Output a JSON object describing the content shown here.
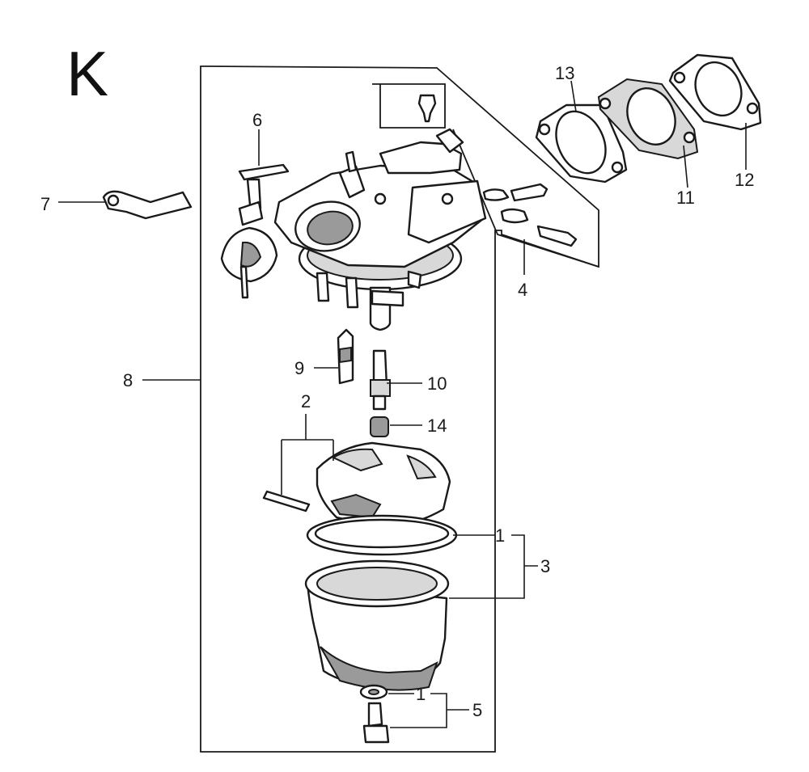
{
  "sheet_letter": "K",
  "callouts": {
    "c1a": "1",
    "c1b": "1",
    "c2": "2",
    "c3": "3",
    "c4": "4",
    "c5": "5",
    "c6": "6",
    "c7": "7",
    "c8": "8",
    "c9": "9",
    "c10": "10",
    "c11": "11",
    "c12": "12",
    "c13": "13",
    "c14": "14"
  }
}
